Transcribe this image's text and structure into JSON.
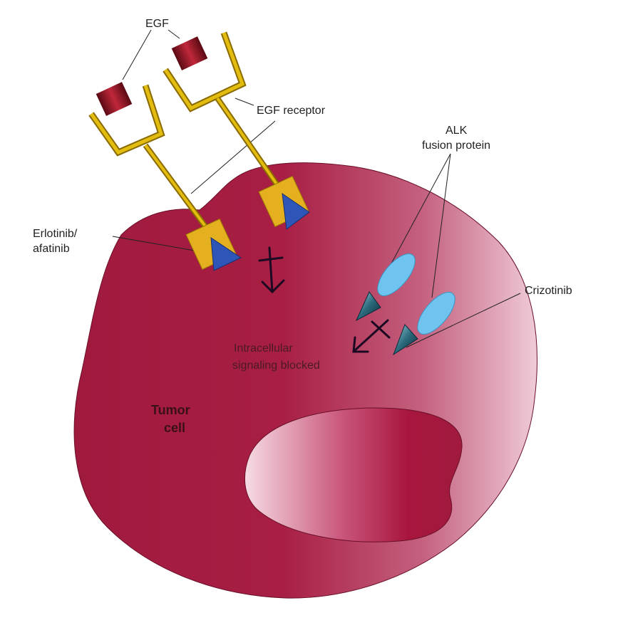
{
  "labels": {
    "egf": "EGF",
    "egf_receptor": "EGF receptor",
    "alk_line1": "ALK",
    "alk_line2": "fusion protein",
    "erlotinib_line1": "Erlotinib/",
    "erlotinib_line2": "afatinib",
    "crizotinib": "Crizotinib",
    "signal_line1": "Intracellular",
    "signal_line2": "signaling blocked",
    "tumor_line1": "Tumor",
    "tumor_line2": "cell"
  },
  "colors": {
    "cell_dark": "#a01a3e",
    "cell_light": "#f0c8d6",
    "nucleus_light": "#f6dce4",
    "receptor": "#d8b300",
    "receptor_dark": "#8a6a00",
    "egf_ligand": "#7a1020",
    "kinase_triangle": "#2e56b8",
    "alk_protein": "#6ec4ee",
    "drug_cone": "#1c4a5a",
    "inhibit_arrow": "#1c0a22"
  }
}
